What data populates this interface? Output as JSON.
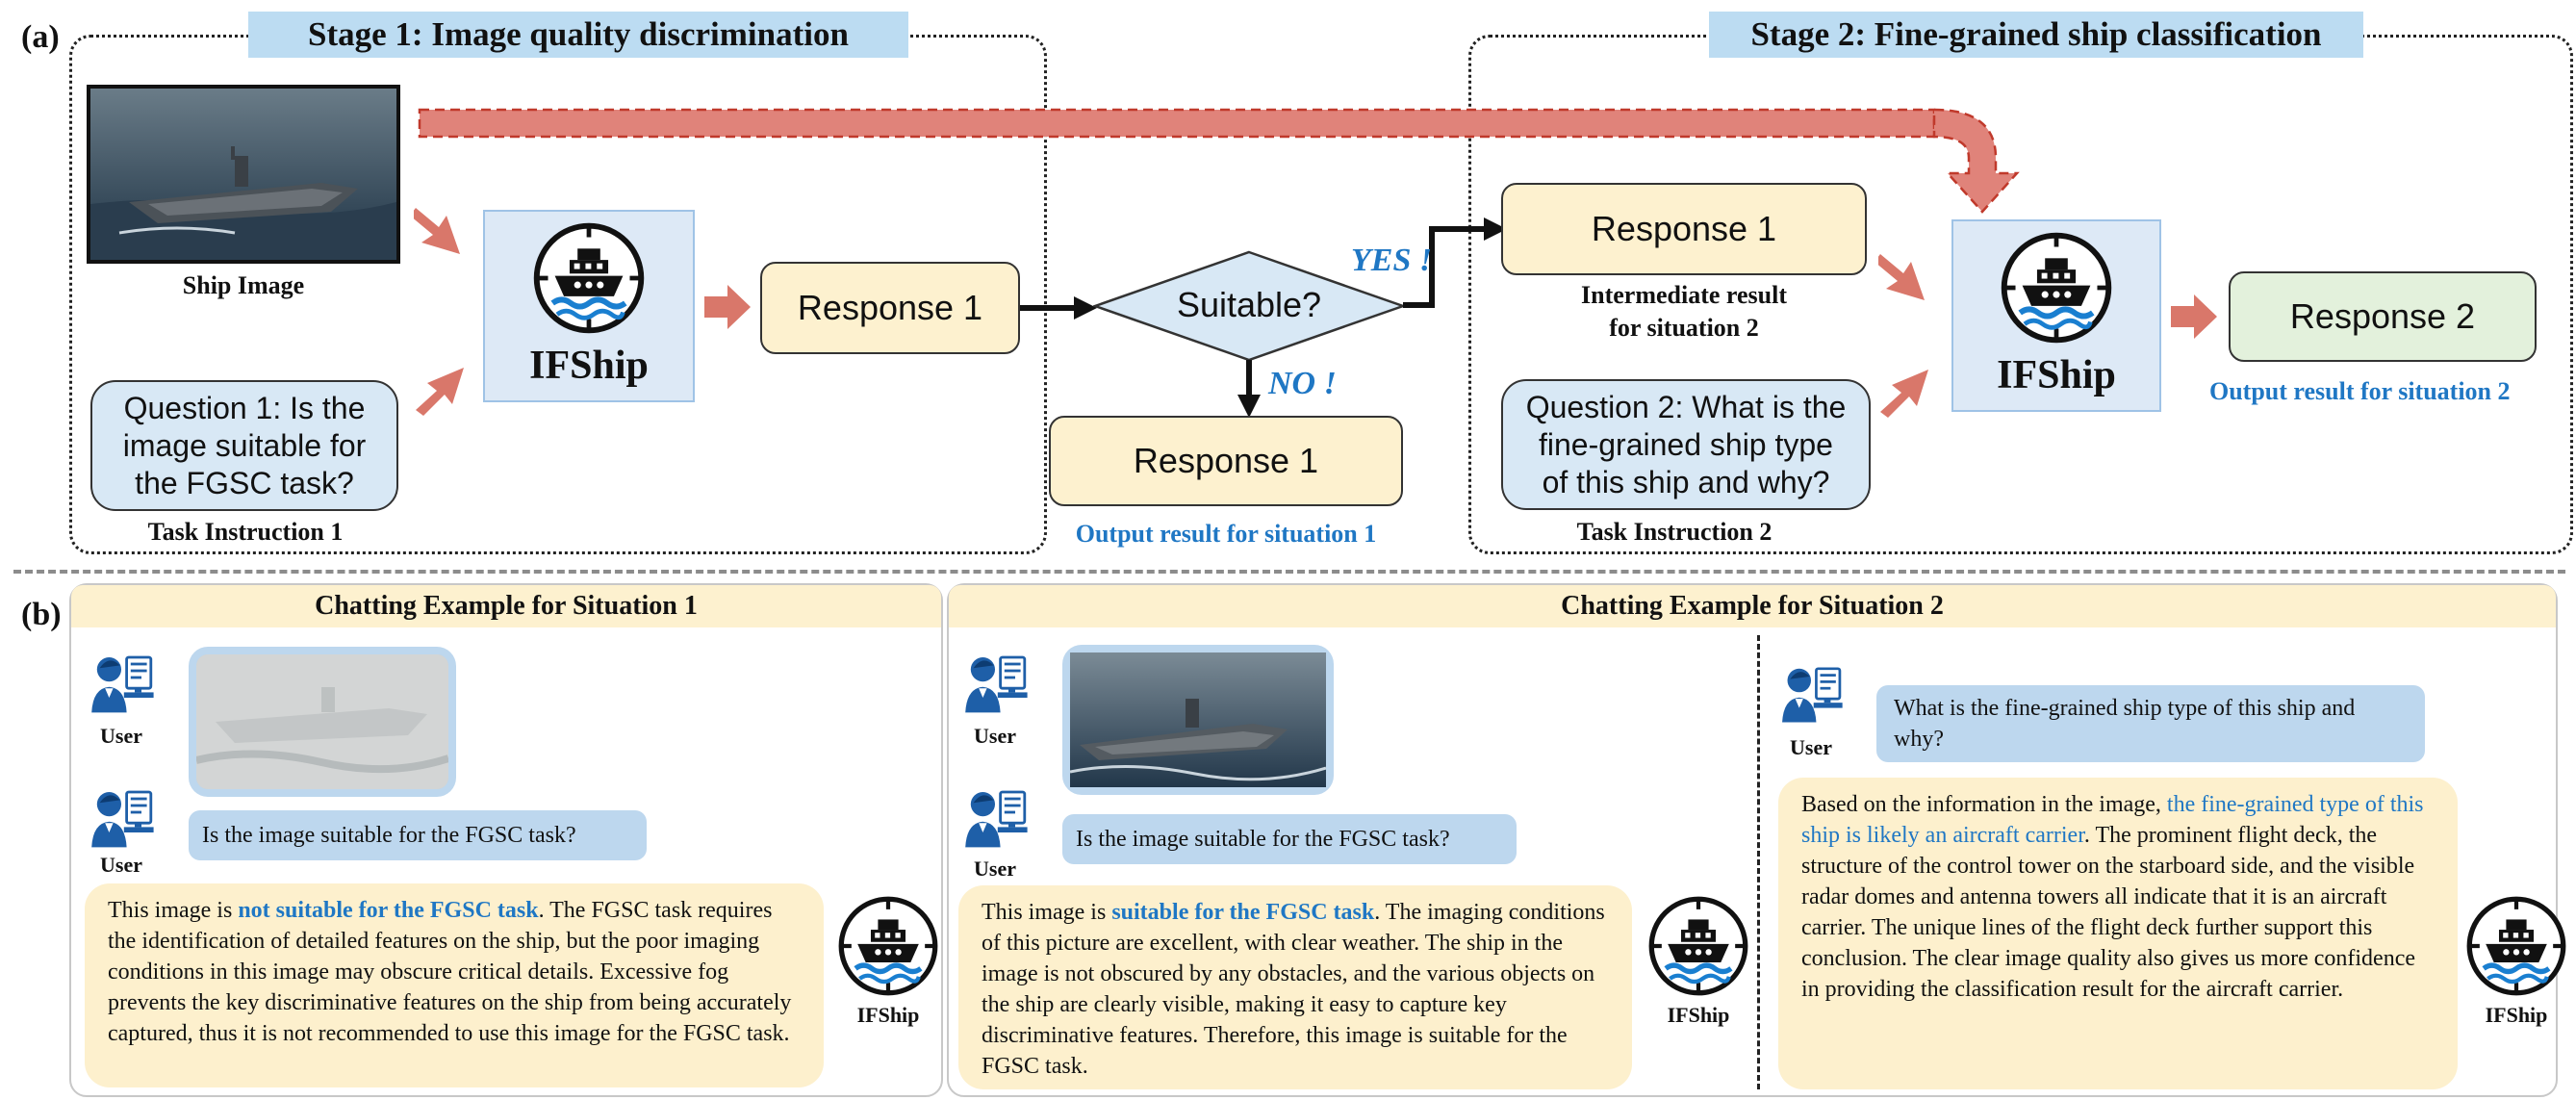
{
  "panel_a": {
    "label": "(a)",
    "stage1": {
      "title": "Stage 1: Image quality discrimination",
      "ship_image_caption": "Ship Image",
      "ifship": "IFShip",
      "response": "Response 1",
      "question": [
        "Question 1: Is the",
        "image suitable for",
        "the FGSC task?"
      ],
      "task_caption": "Task Instruction 1"
    },
    "decision": {
      "label": "Suitable?",
      "yes": "YES !",
      "no": "NO !",
      "no_response": "Response 1",
      "no_caption": "Output result for situation 1"
    },
    "stage2": {
      "title": "Stage 2: Fine-grained ship classification",
      "response": "Response 1",
      "intermediate_caption": [
        "Intermediate result",
        "for situation 2"
      ],
      "question": [
        "Question 2: What is the",
        "fine-grained ship type",
        "of this ship and why?"
      ],
      "task_caption": "Task Instruction 2",
      "ifship": "IFShip",
      "response2": "Response 2",
      "output_caption": "Output result for situation 2"
    }
  },
  "panel_b": {
    "label": "(b)",
    "situation1": {
      "header": "Chatting Example for Situation 1",
      "user_label": "User",
      "question": "Is the image suitable for the FGSC task?",
      "answer_pre": "This image is ",
      "answer_emph": "not suitable for the FGSC task",
      "answer_post": ". The FGSC task requires the identification of detailed features on the ship, but the poor imaging conditions in this image may obscure critical details. Excessive fog prevents the key discriminative features on the ship from being accurately captured, thus it is not recommended to use this image for the FGSC task.",
      "bot_label": "IFShip"
    },
    "situation2": {
      "header": "Chatting Example for Situation 2",
      "user_label": "User",
      "question": "Is the image suitable for the FGSC task?",
      "answer_pre": "This image is ",
      "answer_emph": "suitable for the FGSC task",
      "answer_post": ". The imaging conditions of this picture are excellent, with clear weather. The ship in the image is not obscured by any obstacles, and the various objects on the ship are clearly visible, making it easy to capture key discriminative features. Therefore, this image is suitable for the FGSC task.",
      "bot_label": "IFShip",
      "question2": "What is the fine-grained ship type of this ship and why?",
      "answer2_pre": "Based on the information in the image, ",
      "answer2_hl": "the fine-grained type of this ship is likely an aircraft carrier",
      "answer2_post": ". The prominent flight deck, the structure of the control tower on the starboard side, and the visible radar domes and antenna towers all indicate that it is an aircraft carrier. The unique lines of the flight deck further support this conclusion. The clear image quality also gives us more confidence in providing the classification result for the aircraft carrier."
    }
  },
  "colors": {
    "accent_blue": "#1f77c4",
    "arrow_red": "#d9776a",
    "response_fill": "#fdf1cf",
    "response2_fill": "#e3f1dc",
    "question_fill": "#d8e8f5",
    "stage_title_fill": "#bcdcf2"
  },
  "icons": [
    "ship-logo-icon",
    "user-computer-icon"
  ]
}
